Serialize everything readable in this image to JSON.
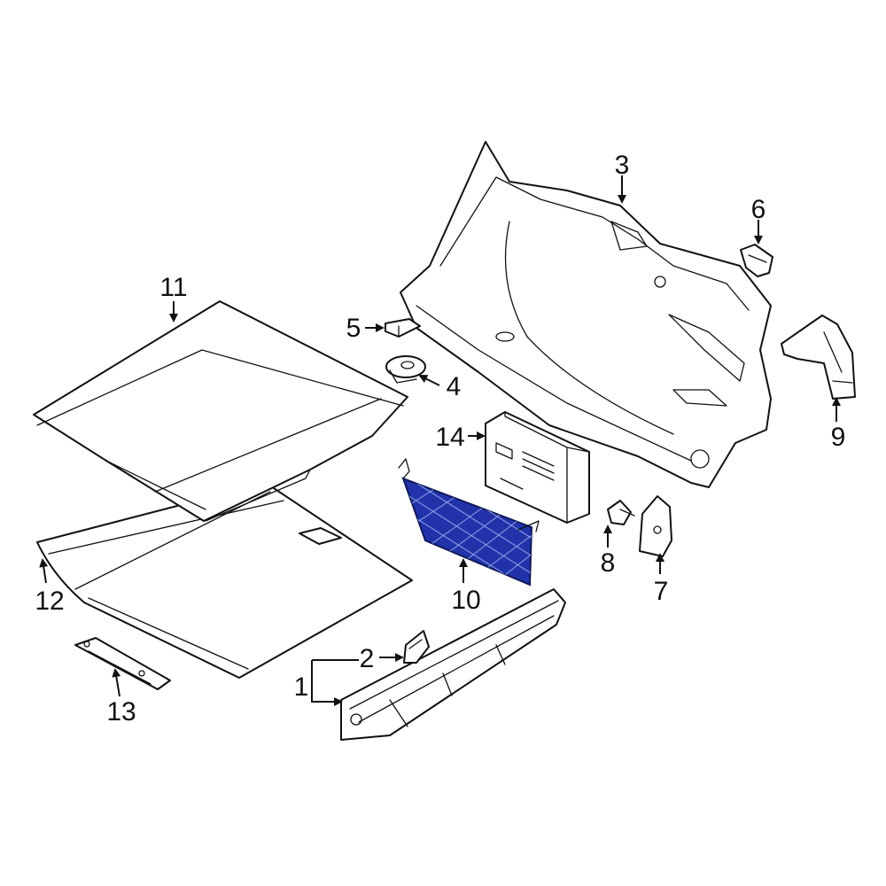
{
  "diagram": {
    "callouts": [
      "1",
      "2",
      "3",
      "4",
      "5",
      "6",
      "7",
      "8",
      "9",
      "10",
      "11",
      "12",
      "13",
      "14"
    ],
    "highlight_color": "#2233aa",
    "highlighted_part": "10"
  }
}
